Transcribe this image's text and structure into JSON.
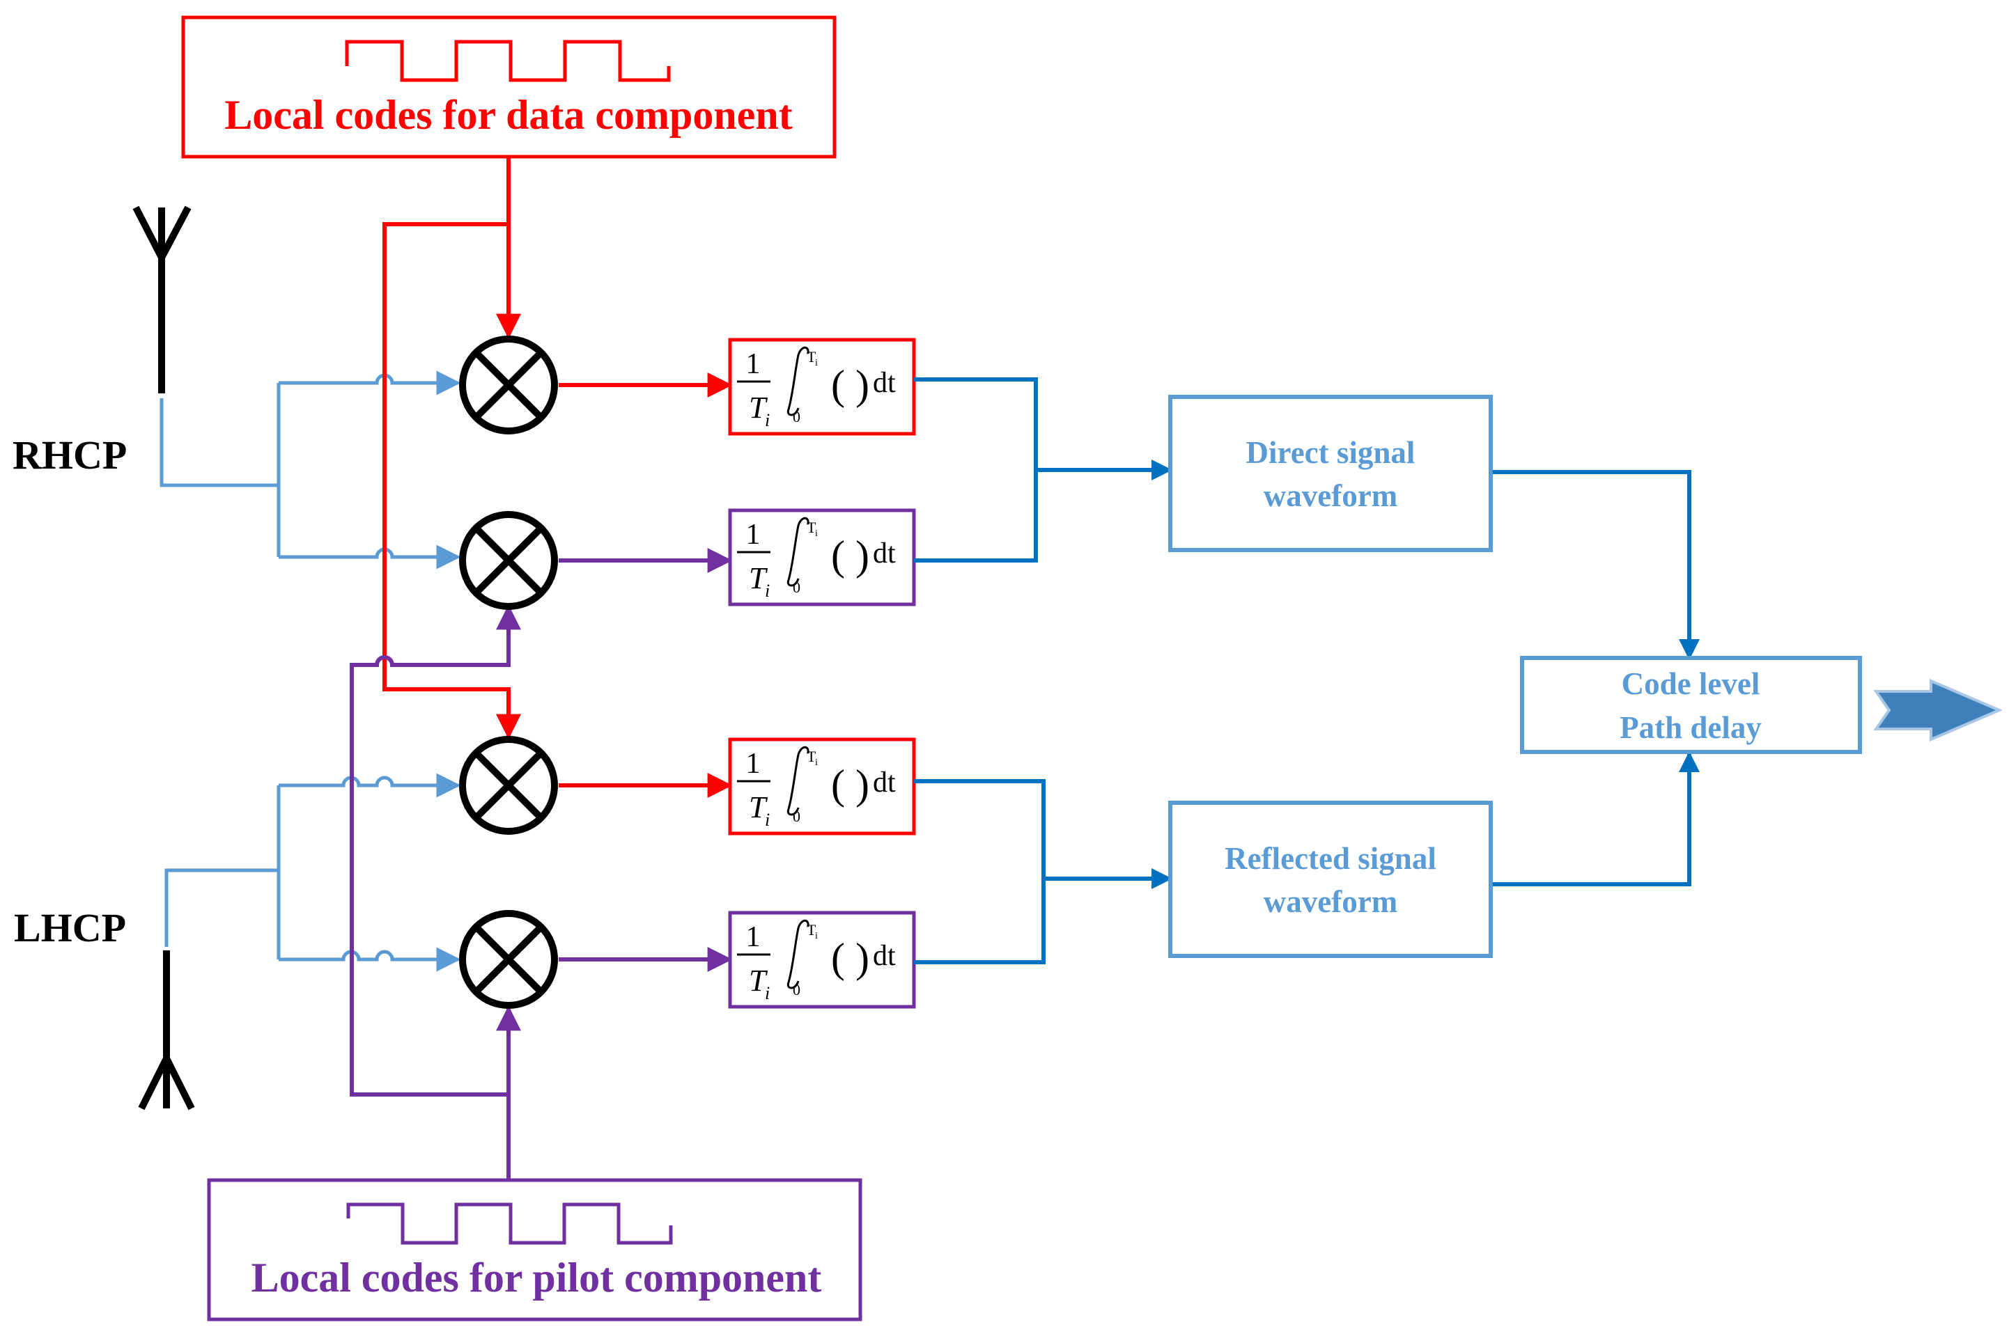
{
  "antennas": {
    "rhcp_label": "RHCP",
    "lhcp_label": "LHCP"
  },
  "code_blocks": {
    "data_label": "Local codes for data component",
    "pilot_label": "Local codes for pilot component"
  },
  "integrator": {
    "numerator": "1",
    "denominator": "T",
    "denominator_sub": "i",
    "upper_limit": "T",
    "upper_limit_sub": "i",
    "lower_limit": "0",
    "parens": "( )",
    "differential": "dt"
  },
  "blocks": {
    "direct_line1": "Direct signal",
    "direct_line2": "waveform",
    "reflected_line1": "Reflected signal",
    "reflected_line2": "waveform",
    "delay_line1": "Code level",
    "delay_line2": "Path delay"
  },
  "colors": {
    "data": "#ff0000",
    "pilot": "#7030a0",
    "signal": "#5b9bd5",
    "output": "#0070c0",
    "antenna": "#000000"
  }
}
